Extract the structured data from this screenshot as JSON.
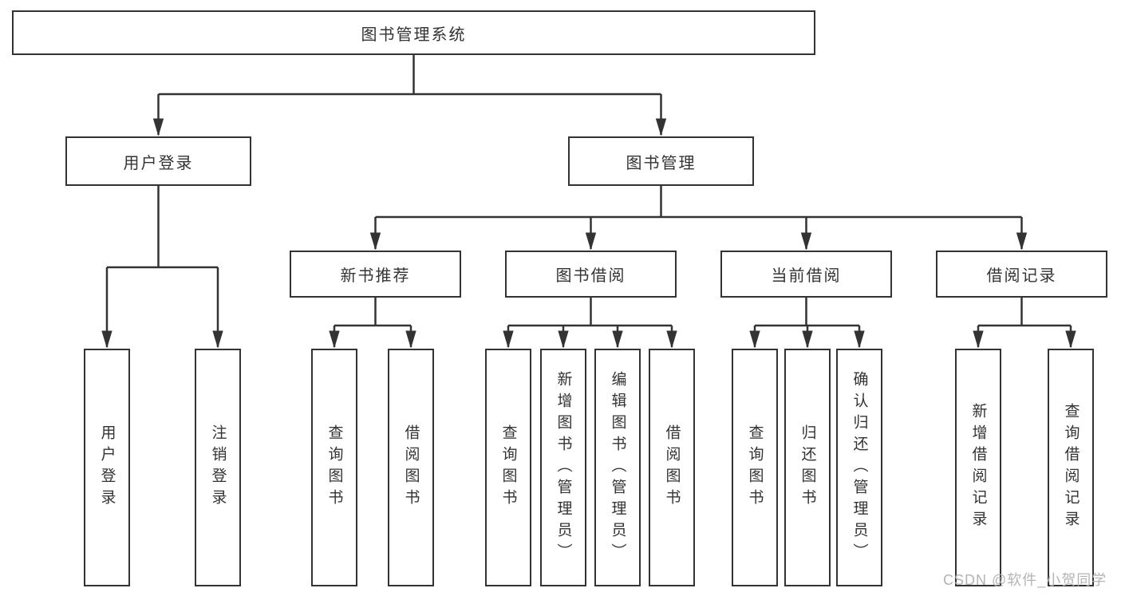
{
  "diagram": {
    "root": {
      "label": "图书管理系统"
    },
    "branches": [
      {
        "label": "用户登录",
        "children": [
          {
            "label": "用户登录"
          },
          {
            "label": "注销登录"
          }
        ]
      },
      {
        "label": "图书管理",
        "children": [
          {
            "label": "新书推荐",
            "children": [
              {
                "label": "查询图书"
              },
              {
                "label": "借阅图书"
              }
            ]
          },
          {
            "label": "图书借阅",
            "children": [
              {
                "label": "查询图书"
              },
              {
                "label": "新增图书（管理员）"
              },
              {
                "label": "编辑图书（管理员）"
              },
              {
                "label": "借阅图书"
              }
            ]
          },
          {
            "label": "当前借阅",
            "children": [
              {
                "label": "查询图书"
              },
              {
                "label": "归还图书"
              },
              {
                "label": "确认归还（管理员）"
              }
            ]
          },
          {
            "label": "借阅记录",
            "children": [
              {
                "label": "新增借阅记录"
              },
              {
                "label": "查询借阅记录"
              }
            ]
          }
        ]
      }
    ]
  },
  "watermark": "CSDN @软件_小贺同学",
  "colors": {
    "line": "#333333",
    "box_fill": "#ffffff",
    "watermark": "#b4b4b4"
  }
}
